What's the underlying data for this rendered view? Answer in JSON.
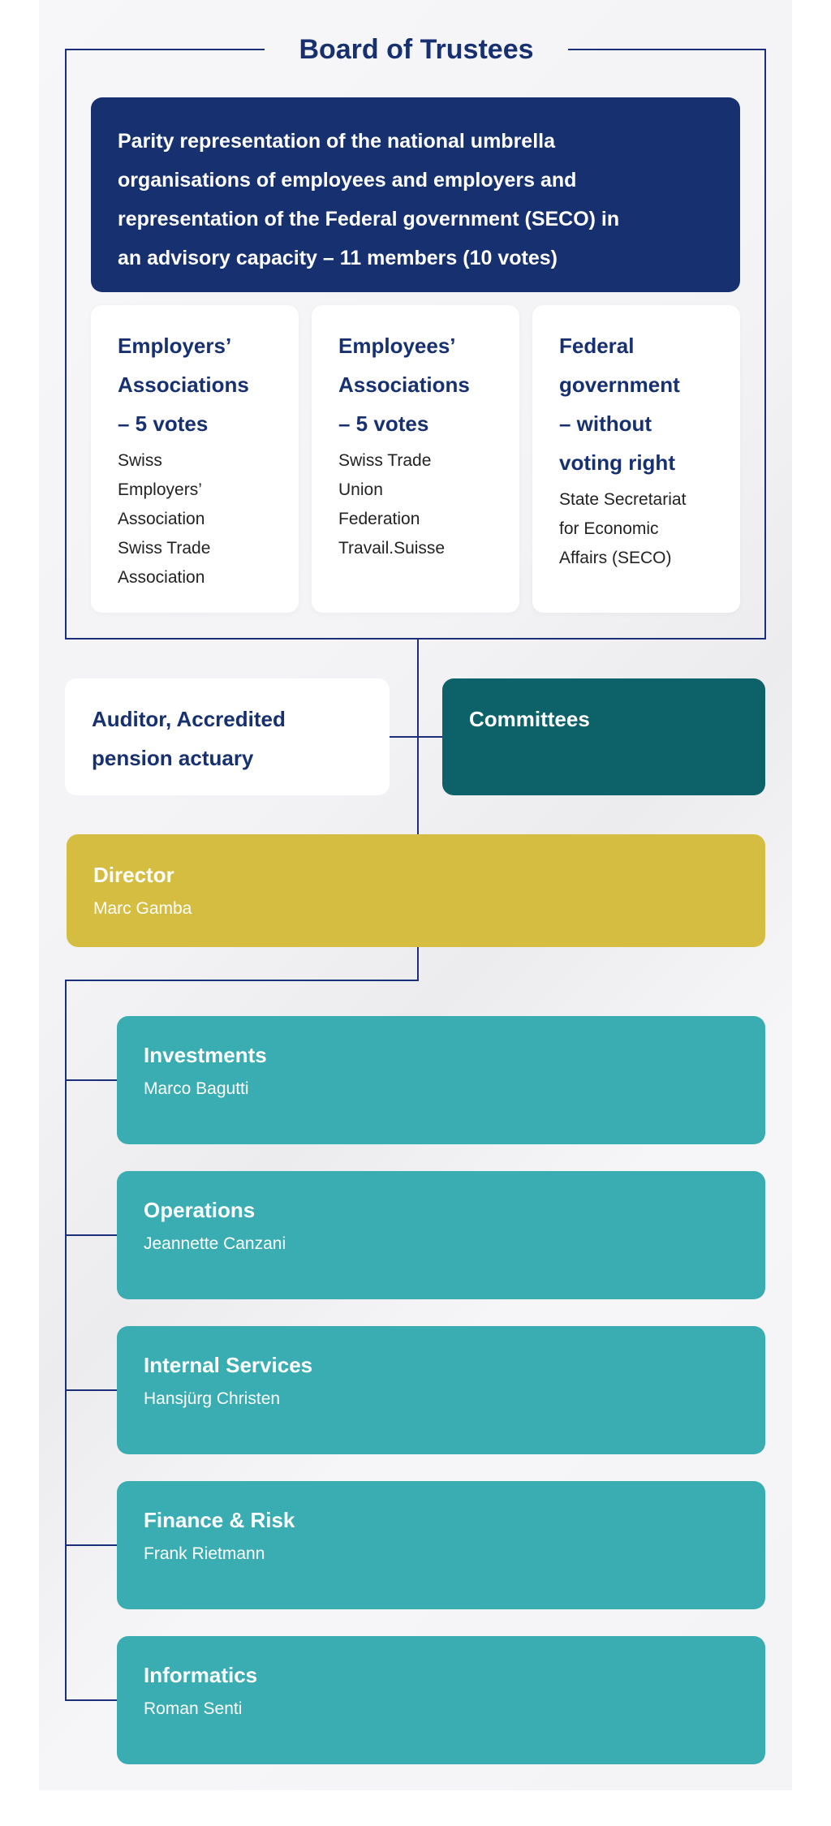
{
  "board": {
    "title": "Board of Trustees",
    "summary_lines": [
      "Parity representation of the national umbrella",
      "organisations of employees and employers and",
      "representation of the Federal government (SECO) in",
      "an advisory capacity – 11 members (10 votes)"
    ],
    "groups": [
      {
        "heading": [
          "Employers’",
          "Associations",
          "– 5 votes"
        ],
        "members": [
          "Swiss",
          "Employers’",
          "Association",
          "Swiss Trade",
          "Association"
        ]
      },
      {
        "heading": [
          "Employees’",
          "Associations",
          "– 5 votes"
        ],
        "members": [
          "Swiss Trade",
          "Union",
          "Federation",
          "Travail.Suisse"
        ]
      },
      {
        "heading": [
          "Federal",
          "government",
          "– without",
          "voting right"
        ],
        "members": [
          "State Secretariat",
          "for Economic",
          "Affairs (SECO)"
        ]
      }
    ]
  },
  "auditor": {
    "lines": [
      "Auditor, Accredited",
      "pension actuary"
    ]
  },
  "committees": {
    "label": "Committees"
  },
  "director": {
    "title": "Director",
    "name": "Marc Gamba"
  },
  "departments": [
    {
      "title": "Investments",
      "name": "Marco Bagutti"
    },
    {
      "title": "Operations",
      "name": "Jeannette Canzani"
    },
    {
      "title": "Internal Services",
      "name": "Hansjürg Christen"
    },
    {
      "title": "Finance & Risk",
      "name": "Frank Rietmann"
    },
    {
      "title": "Informatics",
      "name": "Roman Senti"
    }
  ],
  "colors": {
    "navy": "#17306f",
    "teal": "#3aadb3",
    "dark_teal": "#0c6268",
    "gold": "#d5bd42"
  }
}
